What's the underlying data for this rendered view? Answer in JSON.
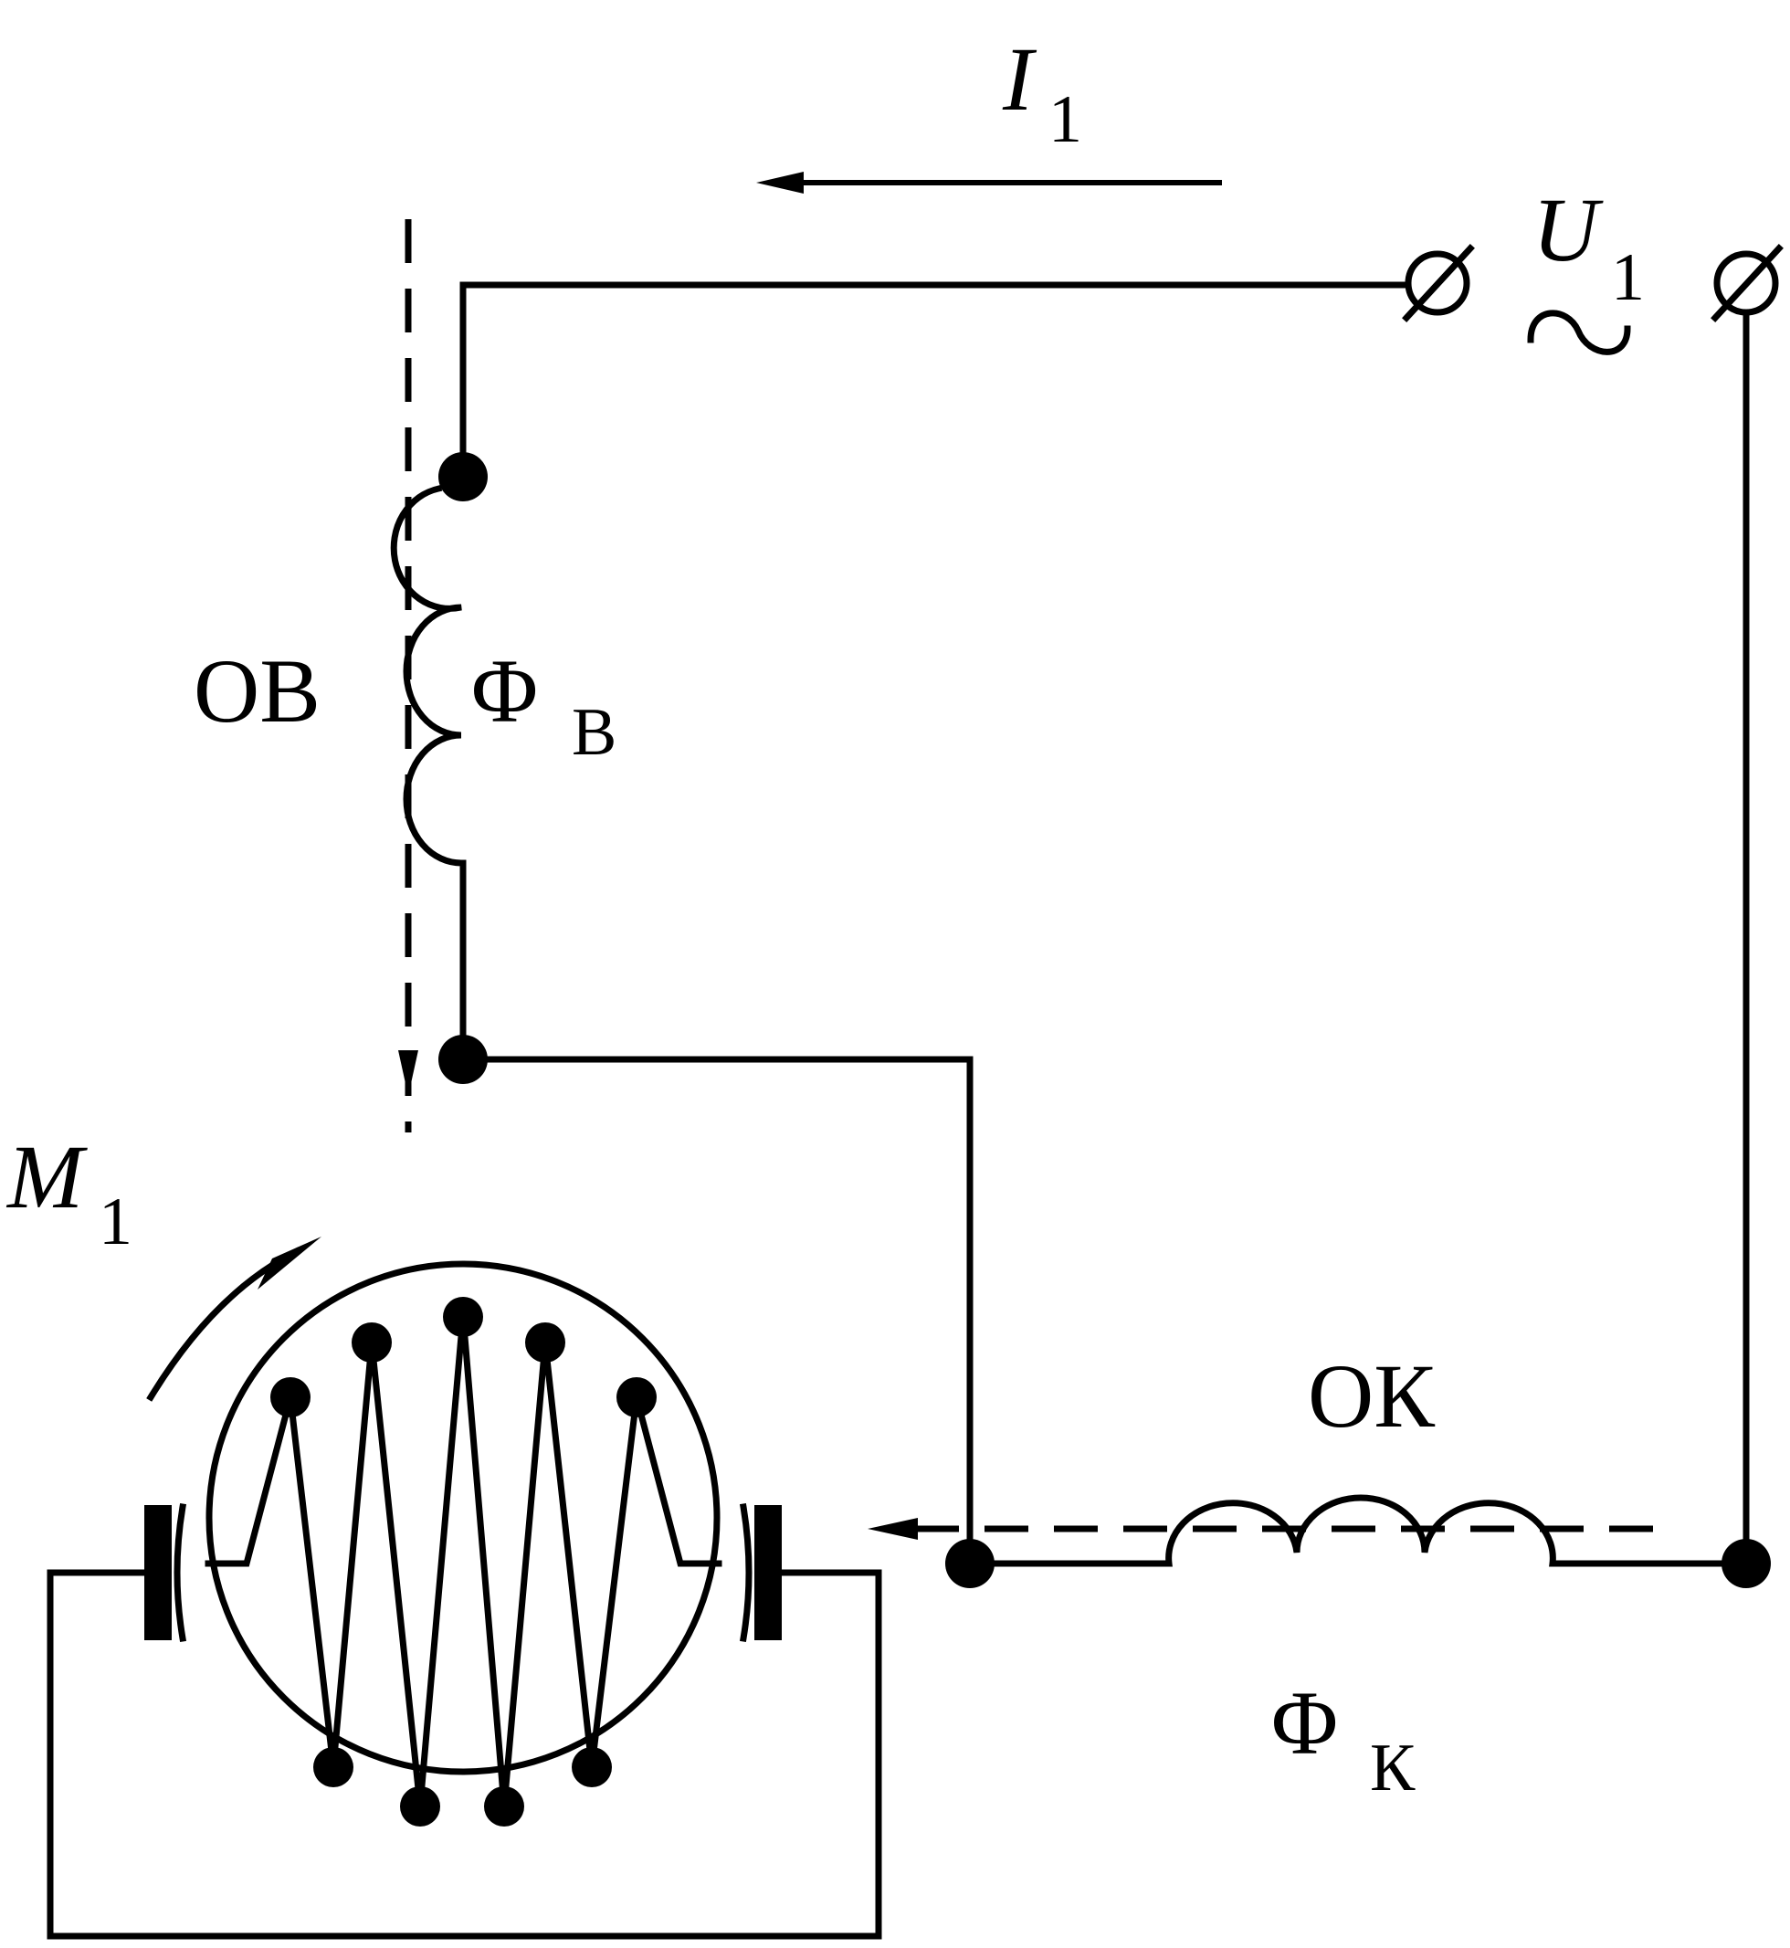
{
  "labels": {
    "current": {
      "main": "I",
      "sub": "1"
    },
    "voltage": {
      "main": "U",
      "sub": "1",
      "symbol": "~"
    },
    "field_winding": "ОВ",
    "field_flux": {
      "main": "Φ",
      "sub": "В"
    },
    "torque": {
      "main": "M",
      "sub": "1"
    },
    "compensating_winding": "ОК",
    "comp_flux": {
      "main": "Φ",
      "sub": "К"
    }
  }
}
